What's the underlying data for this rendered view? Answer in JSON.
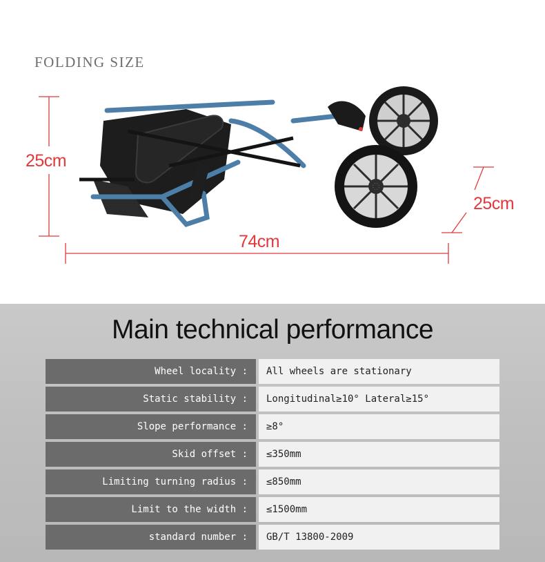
{
  "folding": {
    "title": "FOLDING SIZE",
    "height_label": "25cm",
    "length_label": "74cm",
    "width_label": "25cm"
  },
  "colors": {
    "dimension": "#e0393c",
    "frame": "#4d7ea8",
    "label_bg": "#6b6b6b",
    "value_bg": "#f1f1f1"
  },
  "performance": {
    "title": "Main technical performance",
    "rows": [
      {
        "label": "Wheel locality :",
        "value": "All wheels are stationary"
      },
      {
        "label": "Static stability :",
        "value": "Longitudinal≥10°  Lateral≥15°"
      },
      {
        "label": "Slope performance :",
        "value": "≥8°"
      },
      {
        "label": "Skid offset :",
        "value": "≤350mm"
      },
      {
        "label": "Limiting turning radius :",
        "value": "≤850mm"
      },
      {
        "label": "Limit to the width :",
        "value": "≤1500mm"
      },
      {
        "label": "standard number :",
        "value": "GB/T 13800-2009"
      }
    ]
  }
}
